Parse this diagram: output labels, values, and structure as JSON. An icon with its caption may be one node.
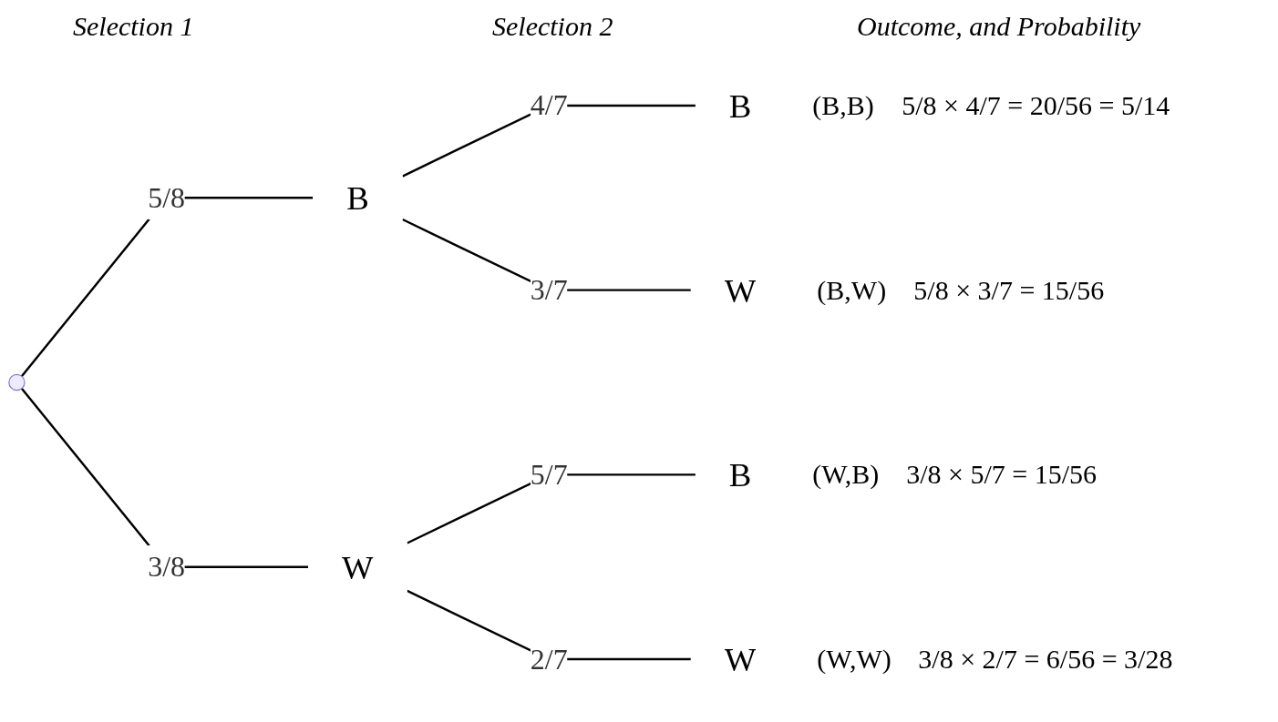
{
  "diagram": {
    "nodes": [
      {
        "text": [],
        "shape": "point"
      },
      {
        "text": [
          "B"
        ]
      },
      {
        "text": [
          "W"
        ]
      },
      {
        "text": [
          "B"
        ],
        "beside": [
          "(B,B)",
          "5/8 × 4/7 = 20/56 = 5/14"
        ]
      },
      {
        "text": [
          "W"
        ],
        "beside": [
          "(B,W)",
          "5/8 × 3/7 = 15/56"
        ]
      },
      {
        "text": [
          "B"
        ],
        "beside": [
          "(W,B)",
          "3/8 × 5/7 = 15/56"
        ]
      },
      {
        "text": [
          "W"
        ],
        "beside": [
          "(W,W)",
          "3/8 × 2/7 = 6/56 = 3/28"
        ]
      }
    ],
    "edges": [
      {
        "from": 0,
        "to": 1,
        "arrow": "none",
        "label": "5/8"
      },
      {
        "from": 0,
        "to": 2,
        "arrow": "none",
        "label": "3/8"
      },
      {
        "from": 1,
        "to": 3,
        "arrow": "none",
        "label": "4/7"
      },
      {
        "from": 1,
        "to": 4,
        "arrow": "none",
        "label": "3/7"
      },
      {
        "from": 2,
        "to": 5,
        "arrow": "none",
        "label": "5/7"
      },
      {
        "from": 2,
        "to": 6,
        "arrow": "none",
        "label": "2/7"
      }
    ],
    "labels": [
      "Selection 1",
      "Selection 2",
      "Outcome, and Probability"
    ]
  }
}
